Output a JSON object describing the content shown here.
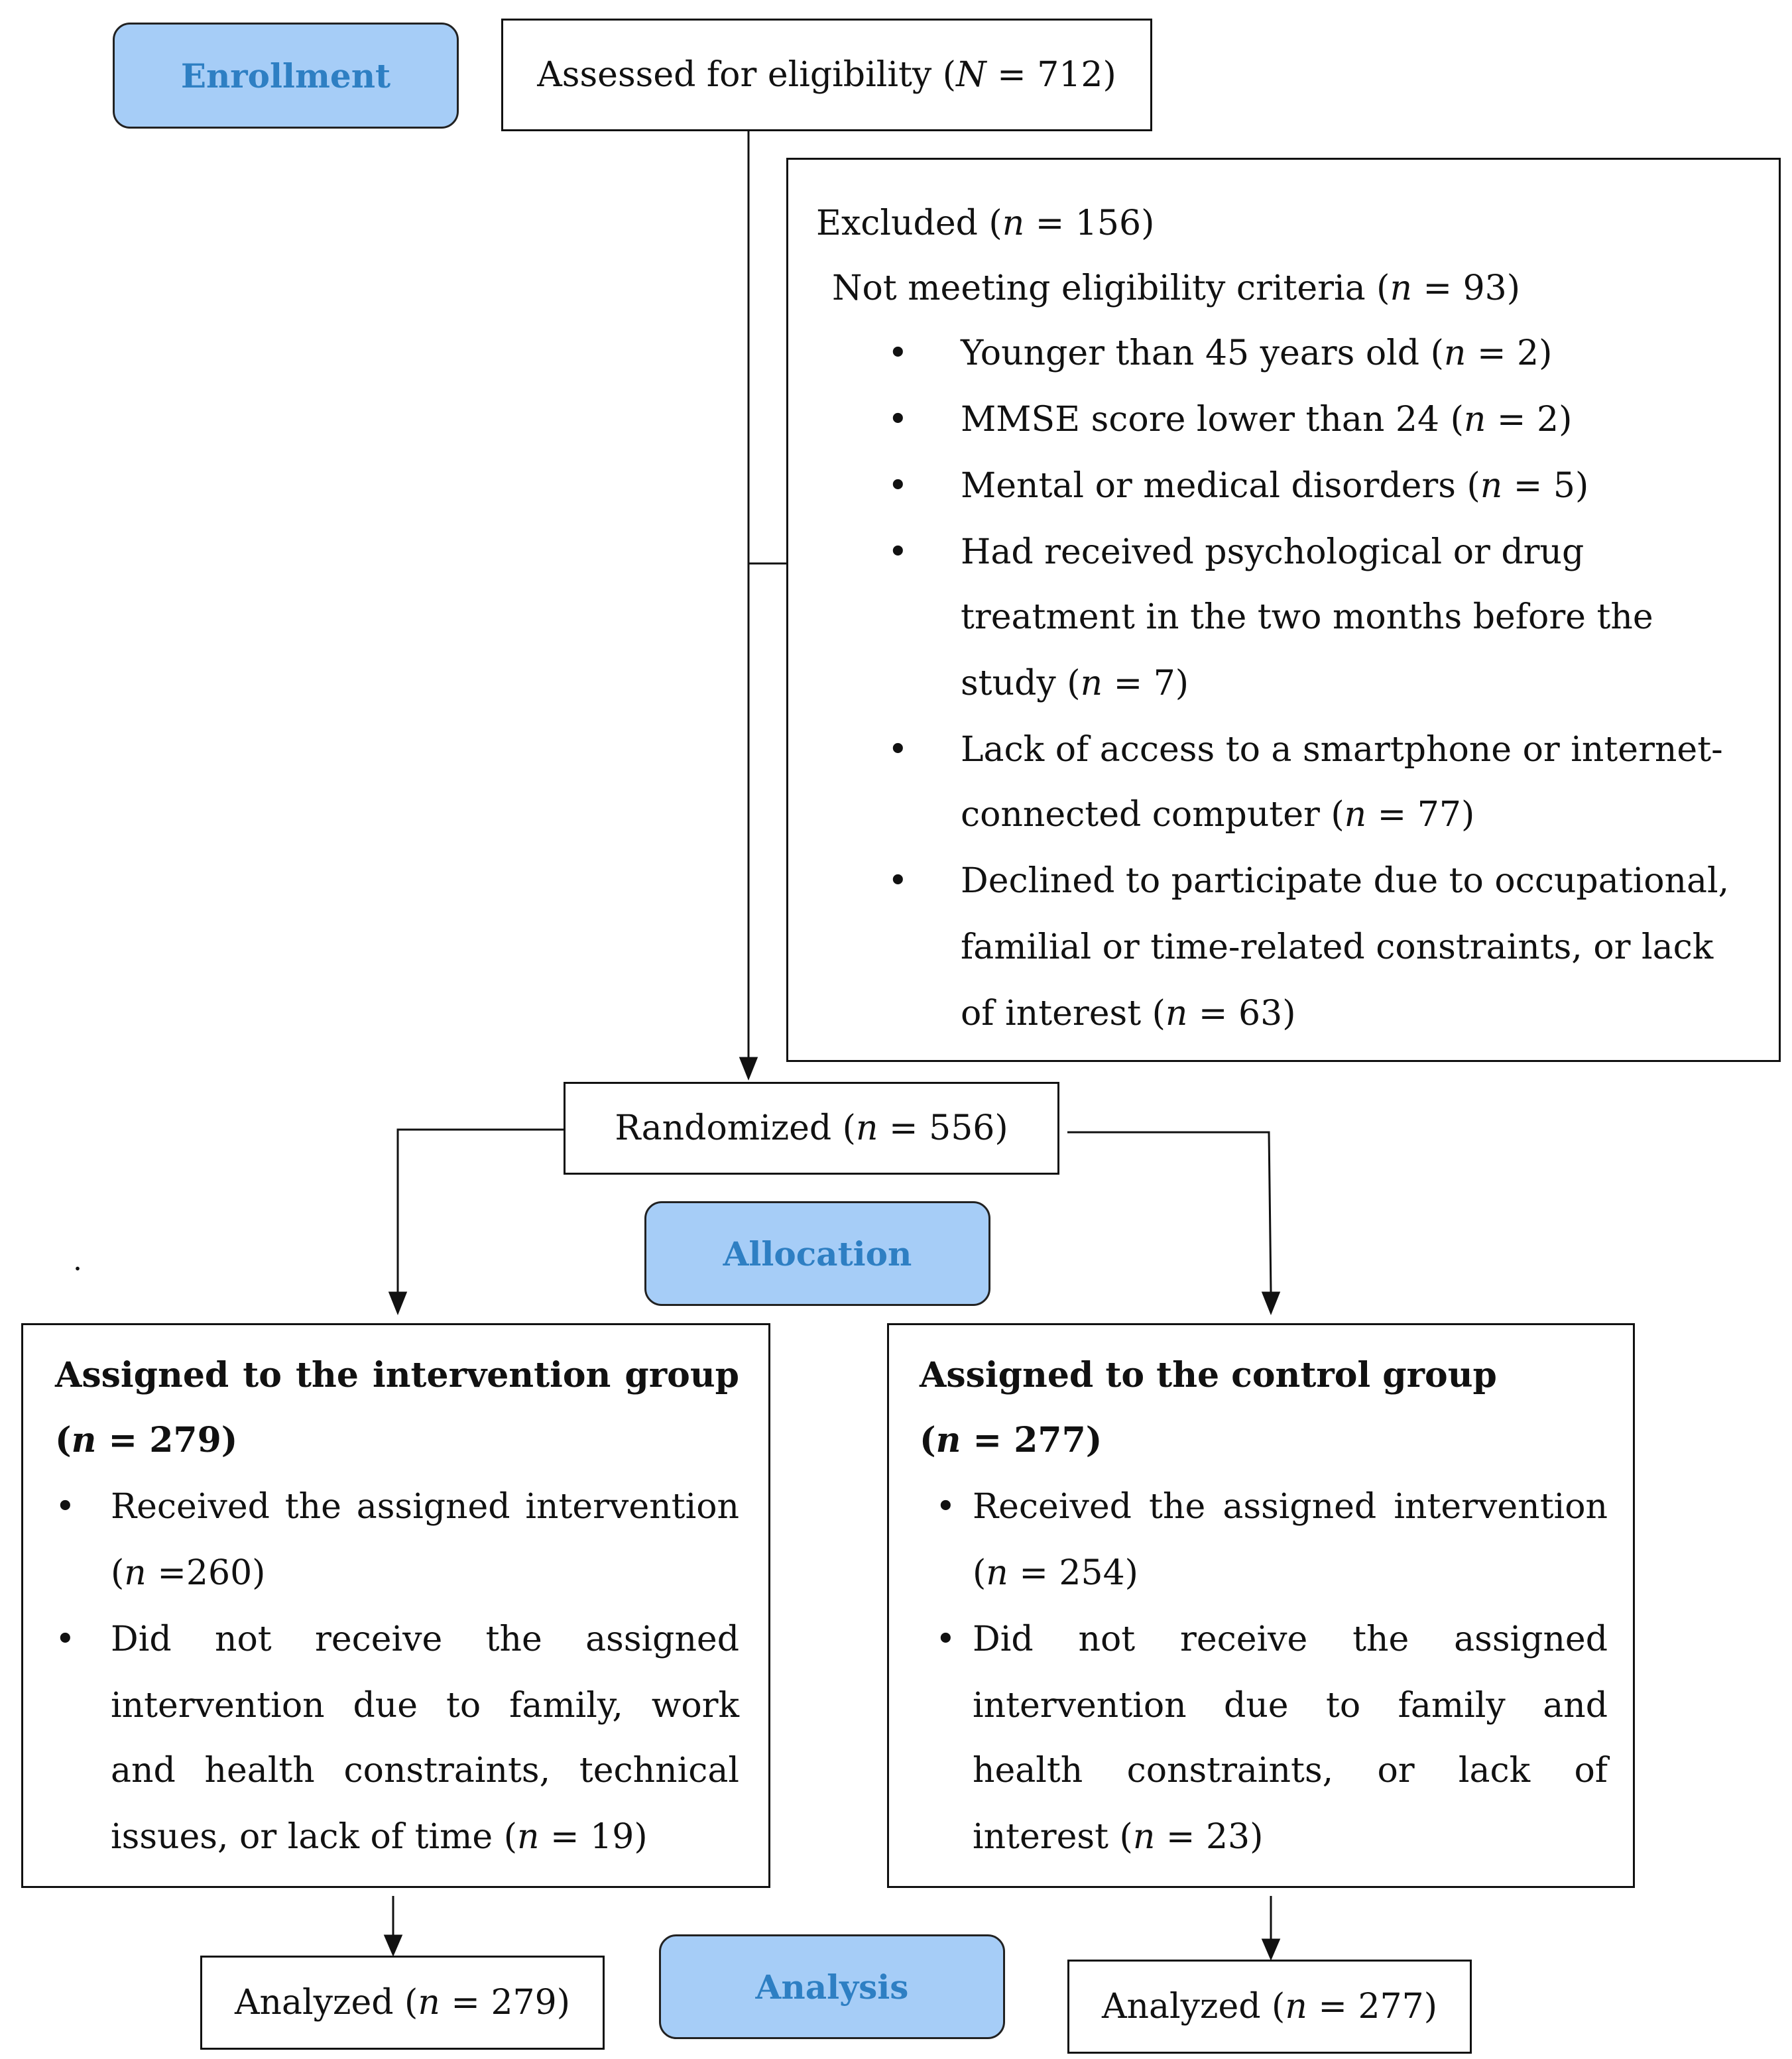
{
  "stages": {
    "enrollment": "Enrollment",
    "allocation": "Allocation",
    "analysis": "Analysis"
  },
  "assessed": {
    "text": "Assessed for eligibility (",
    "var": "N",
    "rest": " = 712)"
  },
  "excluded": {
    "title": {
      "text": "Excluded (",
      "var": "n",
      "rest": " = 156)"
    },
    "subtitle": {
      "text": "Not meeting eligibility criteria (",
      "var": "n",
      "rest": " = 93)"
    },
    "items": [
      {
        "lines": [
          "Younger than 45 years old ("
        ],
        "var": "n",
        "rest": " = 2)"
      },
      {
        "lines": [
          "MMSE score lower than 24 ("
        ],
        "var": "n",
        "rest": " = 2)"
      },
      {
        "lines": [
          "Mental or medical disorders ("
        ],
        "var": "n",
        "rest": " = 5)"
      },
      {
        "l1": "Had received psychological or drug",
        "l2": "treatment in the two months before the",
        "l3": "study (",
        "var": "n",
        "rest": " = 7)"
      },
      {
        "l1": "Lack of access to a smartphone or internet-",
        "l2": "connected computer (",
        "var": "n",
        "rest": " = 77)"
      },
      {
        "l1": "Declined to participate due to occupational,",
        "l2": "familial or time-related constraints, or lack",
        "l3": "of interest (",
        "var": "n",
        "rest": " = 63)"
      }
    ]
  },
  "randomized": {
    "text": "Randomized (",
    "var": "n",
    "rest": " = 556)"
  },
  "intervention": {
    "title": "Assigned to the intervention group",
    "count": {
      "text": "(",
      "var": "n",
      "rest": " = 279)"
    },
    "received": {
      "l1": "Received the assigned intervention",
      "l2": "(",
      "var": "n",
      "rest": " =260)"
    },
    "not_received": {
      "l1": "Did not receive the assigned",
      "l2": "intervention due to family, work",
      "l3": "and health constraints, technical",
      "l4": "issues, or lack of time (",
      "var": "n",
      "rest": " = 19)"
    }
  },
  "control": {
    "title": "Assigned to the control group",
    "count": {
      "text": "(",
      "var": "n",
      "rest": " = 277)"
    },
    "received": {
      "l1": "Received the assigned intervention",
      "l2": "(",
      "var": "n",
      "rest": " = 254)"
    },
    "not_received": {
      "l1": "Did not receive the assigned",
      "l2": "intervention due to family and",
      "l3": "health constraints, or lack of",
      "l4": "interest (",
      "var": "n",
      "rest": " = 23)"
    }
  },
  "analyzed_intervention": {
    "text": "Analyzed (",
    "var": "n",
    "rest": " = 279)"
  },
  "analyzed_control": {
    "text": "Analyzed (",
    "var": "n",
    "rest": " = 277)"
  },
  "bullet_symbol": "•",
  "stray_mark": "."
}
